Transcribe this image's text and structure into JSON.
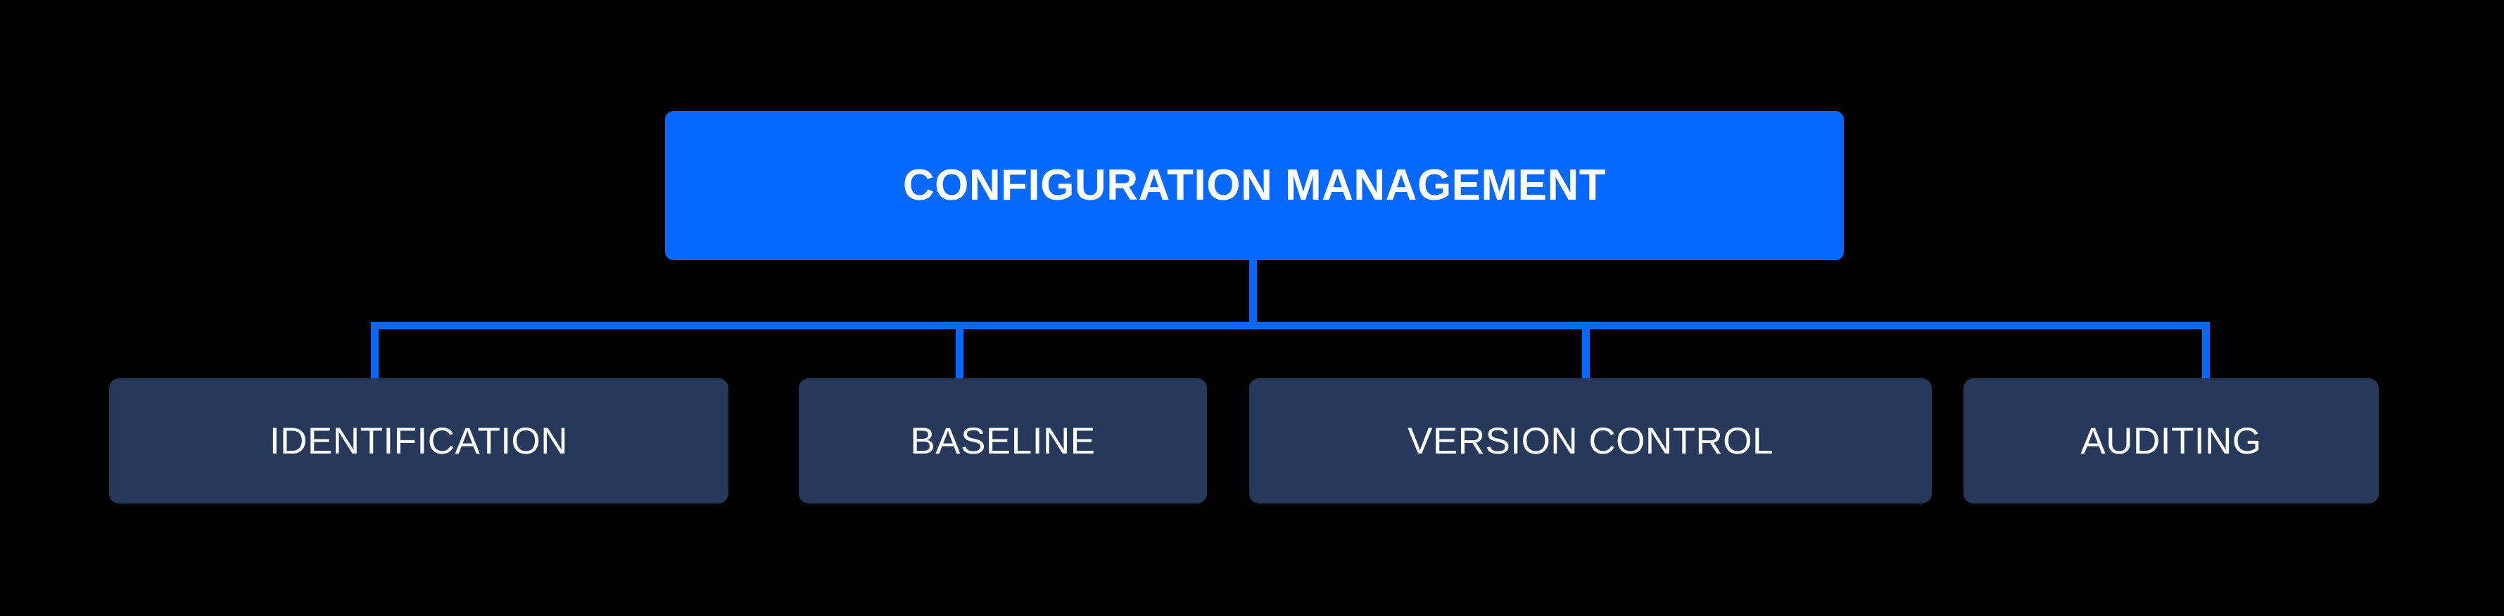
{
  "diagram": {
    "title_text": "CONFIGURATION MANAGEMENT",
    "type": "hierarchy-tree",
    "orientation": "top-down",
    "background_color": "#000000",
    "root": {
      "label": "CONFIGURATION MANAGEMENT",
      "fill_color": "#0668fd",
      "text_color": "#ffffff"
    },
    "children": [
      {
        "label": "IDENTIFICATION",
        "fill_color": "#27395a",
        "text_color": "#ffffff"
      },
      {
        "label": "BASELINE",
        "fill_color": "#27395a",
        "text_color": "#ffffff"
      },
      {
        "label": "VERSION CONTROL",
        "fill_color": "#27395a",
        "text_color": "#ffffff"
      },
      {
        "label": "AUDITING",
        "fill_color": "#27395a",
        "text_color": "#ffffff"
      }
    ],
    "connector_color": "#0668fd"
  }
}
